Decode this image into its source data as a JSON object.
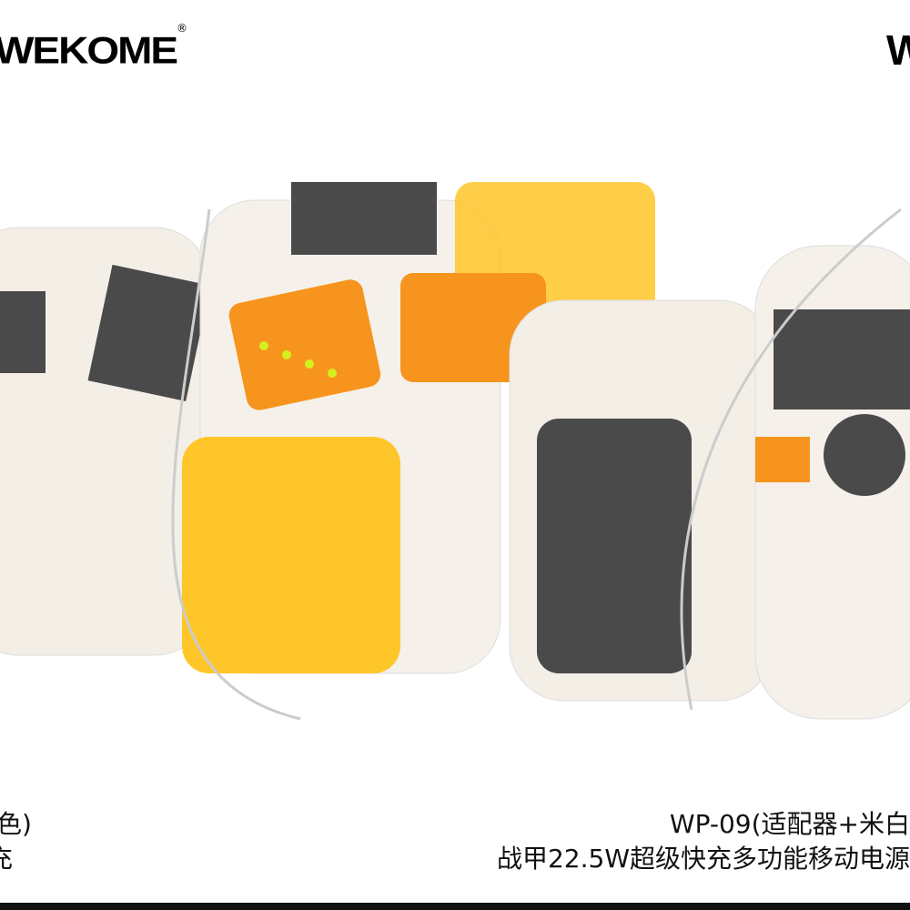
{
  "brand": {
    "logo": "WEKOME",
    "registered": "®"
  },
  "caption": {
    "line1": "WP-09(适配器+米白",
    "line2": "战甲22.5W超级快充多功能移动电源",
    "left_line1": "色)",
    "left_line2": "充"
  },
  "colors": {
    "accent": "#F7941D",
    "yellow": "#FFC629",
    "body": "#F3EEE6",
    "dark": "#4a4a4a"
  }
}
